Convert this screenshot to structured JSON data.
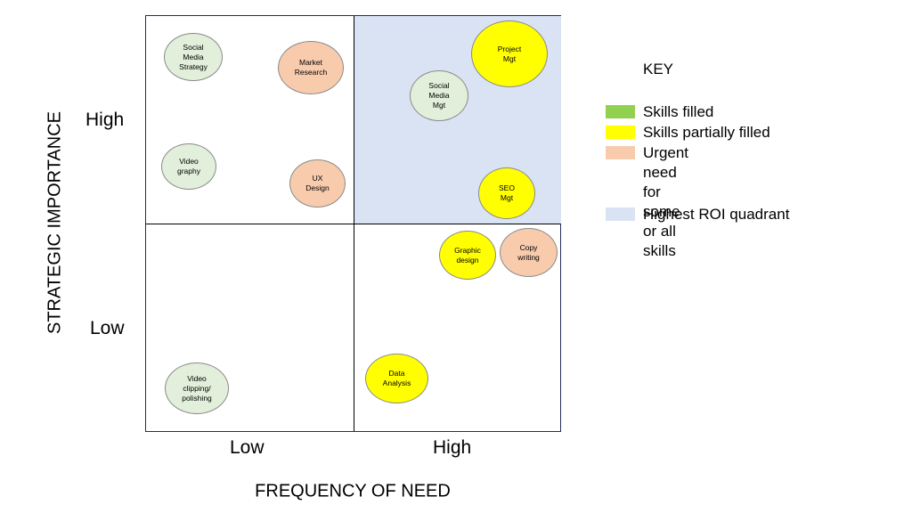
{
  "axes": {
    "y_title": "STRATEGIC IMPORTANCE",
    "x_title": "FREQUENCY OF NEED",
    "y_high": "High",
    "y_low": "Low",
    "x_low": "Low",
    "x_high": "High"
  },
  "colors": {
    "filled": "#92d050",
    "partial": "#ffff00",
    "urgent": "#f8cbad",
    "roi": "#dae3f3",
    "neutral": "#e2efda"
  },
  "key": {
    "title": "KEY",
    "items": [
      {
        "label": "Skills filled",
        "status": "filled"
      },
      {
        "label": "Skills partially filled",
        "status": "partial"
      },
      {
        "label": "Urgent need for some\nor all skills",
        "status": "urgent"
      },
      {
        "label": "Highest ROI quadrant",
        "status": "roi"
      }
    ]
  },
  "skills": [
    {
      "label": "Social\nMedia\nStrategy",
      "status": "neutral"
    },
    {
      "label": "Market\nResearch",
      "status": "urgent"
    },
    {
      "label": "Video\ngraphy",
      "status": "neutral"
    },
    {
      "label": "UX\nDesign",
      "status": "urgent"
    },
    {
      "label": "Project\nMgt",
      "status": "partial"
    },
    {
      "label": "Social\nMedia\nMgt",
      "status": "neutral"
    },
    {
      "label": "SEO\nMgt",
      "status": "partial"
    },
    {
      "label": "Graphic\ndesign",
      "status": "partial"
    },
    {
      "label": "Copy\nwriting",
      "status": "urgent"
    },
    {
      "label": "Data\nAnalysis",
      "status": "partial"
    },
    {
      "label": "Video\nclipping/\npolishing",
      "status": "neutral"
    }
  ]
}
